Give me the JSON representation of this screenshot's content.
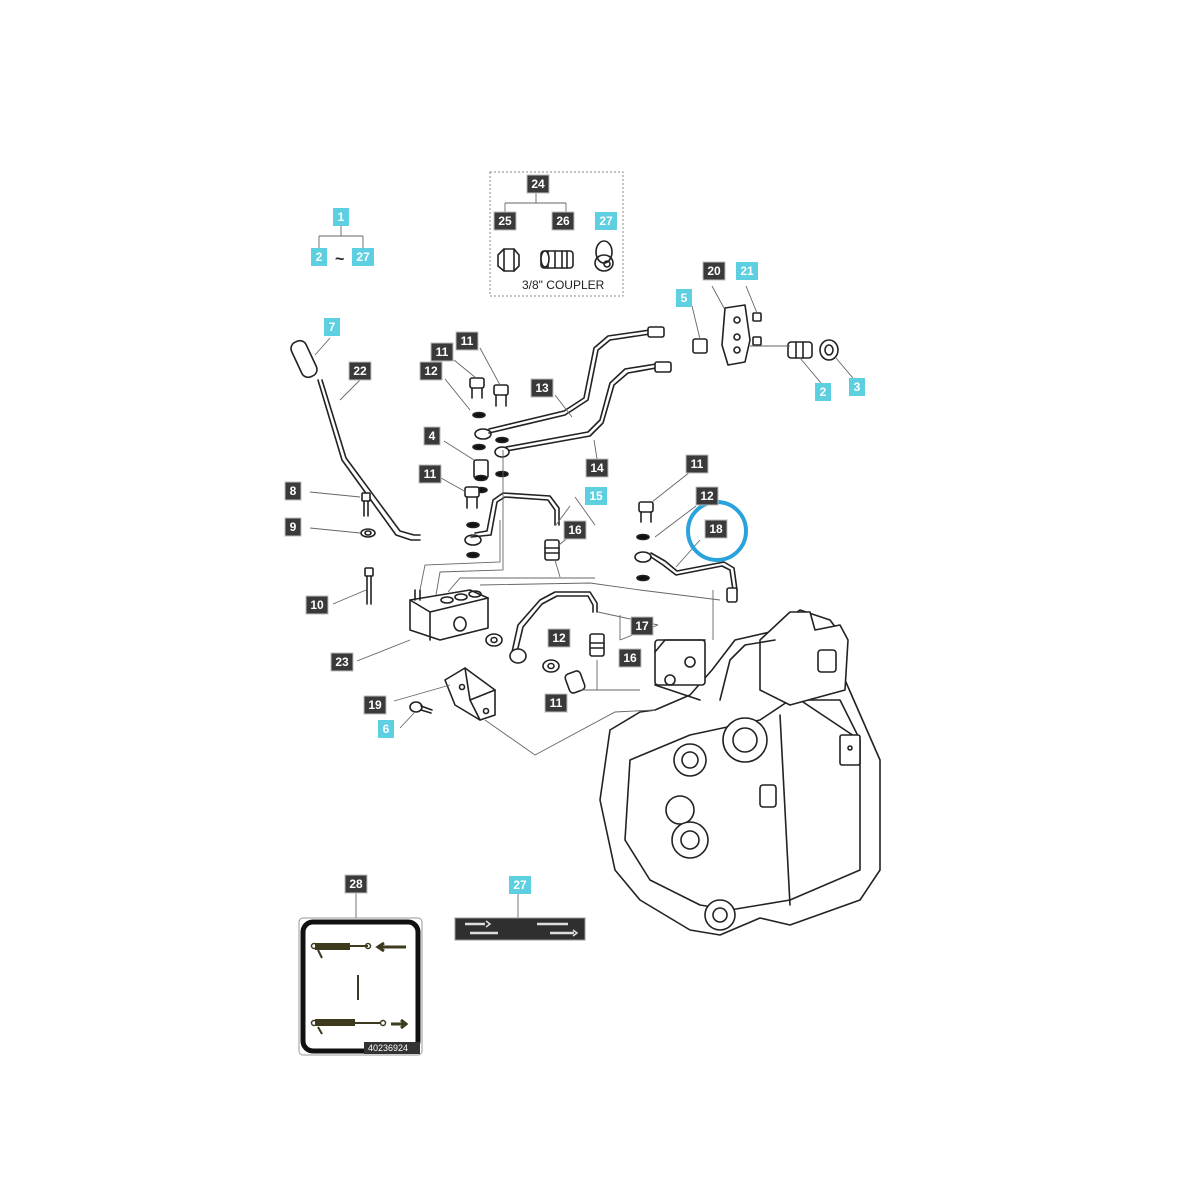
{
  "coupler_kit": {
    "caption": "3/8\" COUPLER"
  },
  "range_marker": "~",
  "decal_code": "40236924",
  "highlight_color": "#2aa3dc",
  "label_colors": {
    "dark": "#3a3a3a",
    "cyan": "#5ccfe0"
  },
  "labels": [
    {
      "id": "1",
      "text": "1",
      "style": "cyan"
    },
    {
      "id": "2a",
      "text": "2",
      "style": "cyan"
    },
    {
      "id": "27a",
      "text": "27",
      "style": "cyan"
    },
    {
      "id": "24",
      "text": "24",
      "style": "dark"
    },
    {
      "id": "25",
      "text": "25",
      "style": "dark"
    },
    {
      "id": "26",
      "text": "26",
      "style": "dark"
    },
    {
      "id": "27b",
      "text": "27",
      "style": "cyan"
    },
    {
      "id": "20",
      "text": "20",
      "style": "dark"
    },
    {
      "id": "21",
      "text": "21",
      "style": "cyan"
    },
    {
      "id": "5",
      "text": "5",
      "style": "cyan"
    },
    {
      "id": "2b",
      "text": "2",
      "style": "cyan"
    },
    {
      "id": "3",
      "text": "3",
      "style": "cyan"
    },
    {
      "id": "7",
      "text": "7",
      "style": "cyan"
    },
    {
      "id": "22",
      "text": "22",
      "style": "dark"
    },
    {
      "id": "11a",
      "text": "11",
      "style": "dark"
    },
    {
      "id": "11b",
      "text": "11",
      "style": "dark"
    },
    {
      "id": "12a",
      "text": "12",
      "style": "dark"
    },
    {
      "id": "13",
      "text": "13",
      "style": "dark"
    },
    {
      "id": "4",
      "text": "4",
      "style": "dark"
    },
    {
      "id": "14",
      "text": "14",
      "style": "dark"
    },
    {
      "id": "11c",
      "text": "11",
      "style": "dark"
    },
    {
      "id": "15",
      "text": "15",
      "style": "cyan"
    },
    {
      "id": "16a",
      "text": "16",
      "style": "dark"
    },
    {
      "id": "11d",
      "text": "11",
      "style": "dark"
    },
    {
      "id": "12b",
      "text": "12",
      "style": "dark"
    },
    {
      "id": "18",
      "text": "18",
      "style": "dark"
    },
    {
      "id": "8",
      "text": "8",
      "style": "dark"
    },
    {
      "id": "9",
      "text": "9",
      "style": "dark"
    },
    {
      "id": "10",
      "text": "10",
      "style": "dark"
    },
    {
      "id": "23",
      "text": "23",
      "style": "dark"
    },
    {
      "id": "17",
      "text": "17",
      "style": "dark"
    },
    {
      "id": "12c",
      "text": "12",
      "style": "dark"
    },
    {
      "id": "16b",
      "text": "16",
      "style": "dark"
    },
    {
      "id": "19",
      "text": "19",
      "style": "dark"
    },
    {
      "id": "6",
      "text": "6",
      "style": "cyan"
    },
    {
      "id": "11e",
      "text": "11",
      "style": "dark"
    },
    {
      "id": "28",
      "text": "28",
      "style": "dark"
    },
    {
      "id": "27c",
      "text": "27",
      "style": "cyan"
    }
  ]
}
